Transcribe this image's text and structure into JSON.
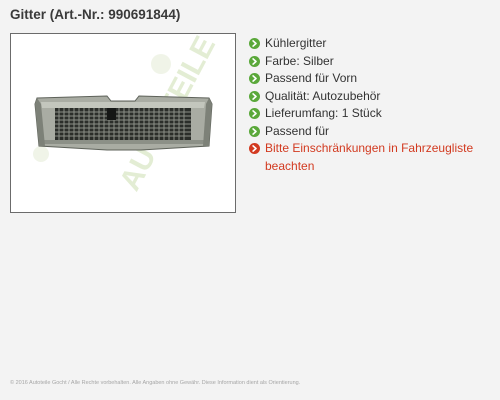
{
  "header": {
    "title": "Gitter (Art.-Nr.: 990691844)"
  },
  "product_image": {
    "watermark_text": "AUTOTEILE GOCHT",
    "icon": "grille-image"
  },
  "features": [
    {
      "text": "Kühlergitter",
      "icon": "green-arrow-circle-icon"
    },
    {
      "text": "Farbe: Silber",
      "icon": "green-arrow-circle-icon"
    },
    {
      "text": "Passend für Vorn",
      "icon": "green-arrow-circle-icon"
    },
    {
      "text": "Qualität: Autozubehör",
      "icon": "green-arrow-circle-icon"
    },
    {
      "text": "Lieferumfang: 1 Stück",
      "icon": "green-arrow-circle-icon"
    },
    {
      "text": "Passend für",
      "icon": "green-arrow-circle-icon"
    }
  ],
  "warning": {
    "line1": "Bitte Einschränkungen in Fahrzeugliste",
    "line2": "beachten",
    "icon": "red-arrow-circle-icon"
  },
  "footer": {
    "text": "© 2016 Autoteile Gocht / Alle Rechte vorbehalten. Alle Angaben ohne Gewähr. Diese Information dient als Orientierung."
  },
  "colors": {
    "background": "#f3f3f3",
    "green_icon": "#5aa83a",
    "red_icon": "#d23a20",
    "watermark": "#e6f0d8"
  }
}
